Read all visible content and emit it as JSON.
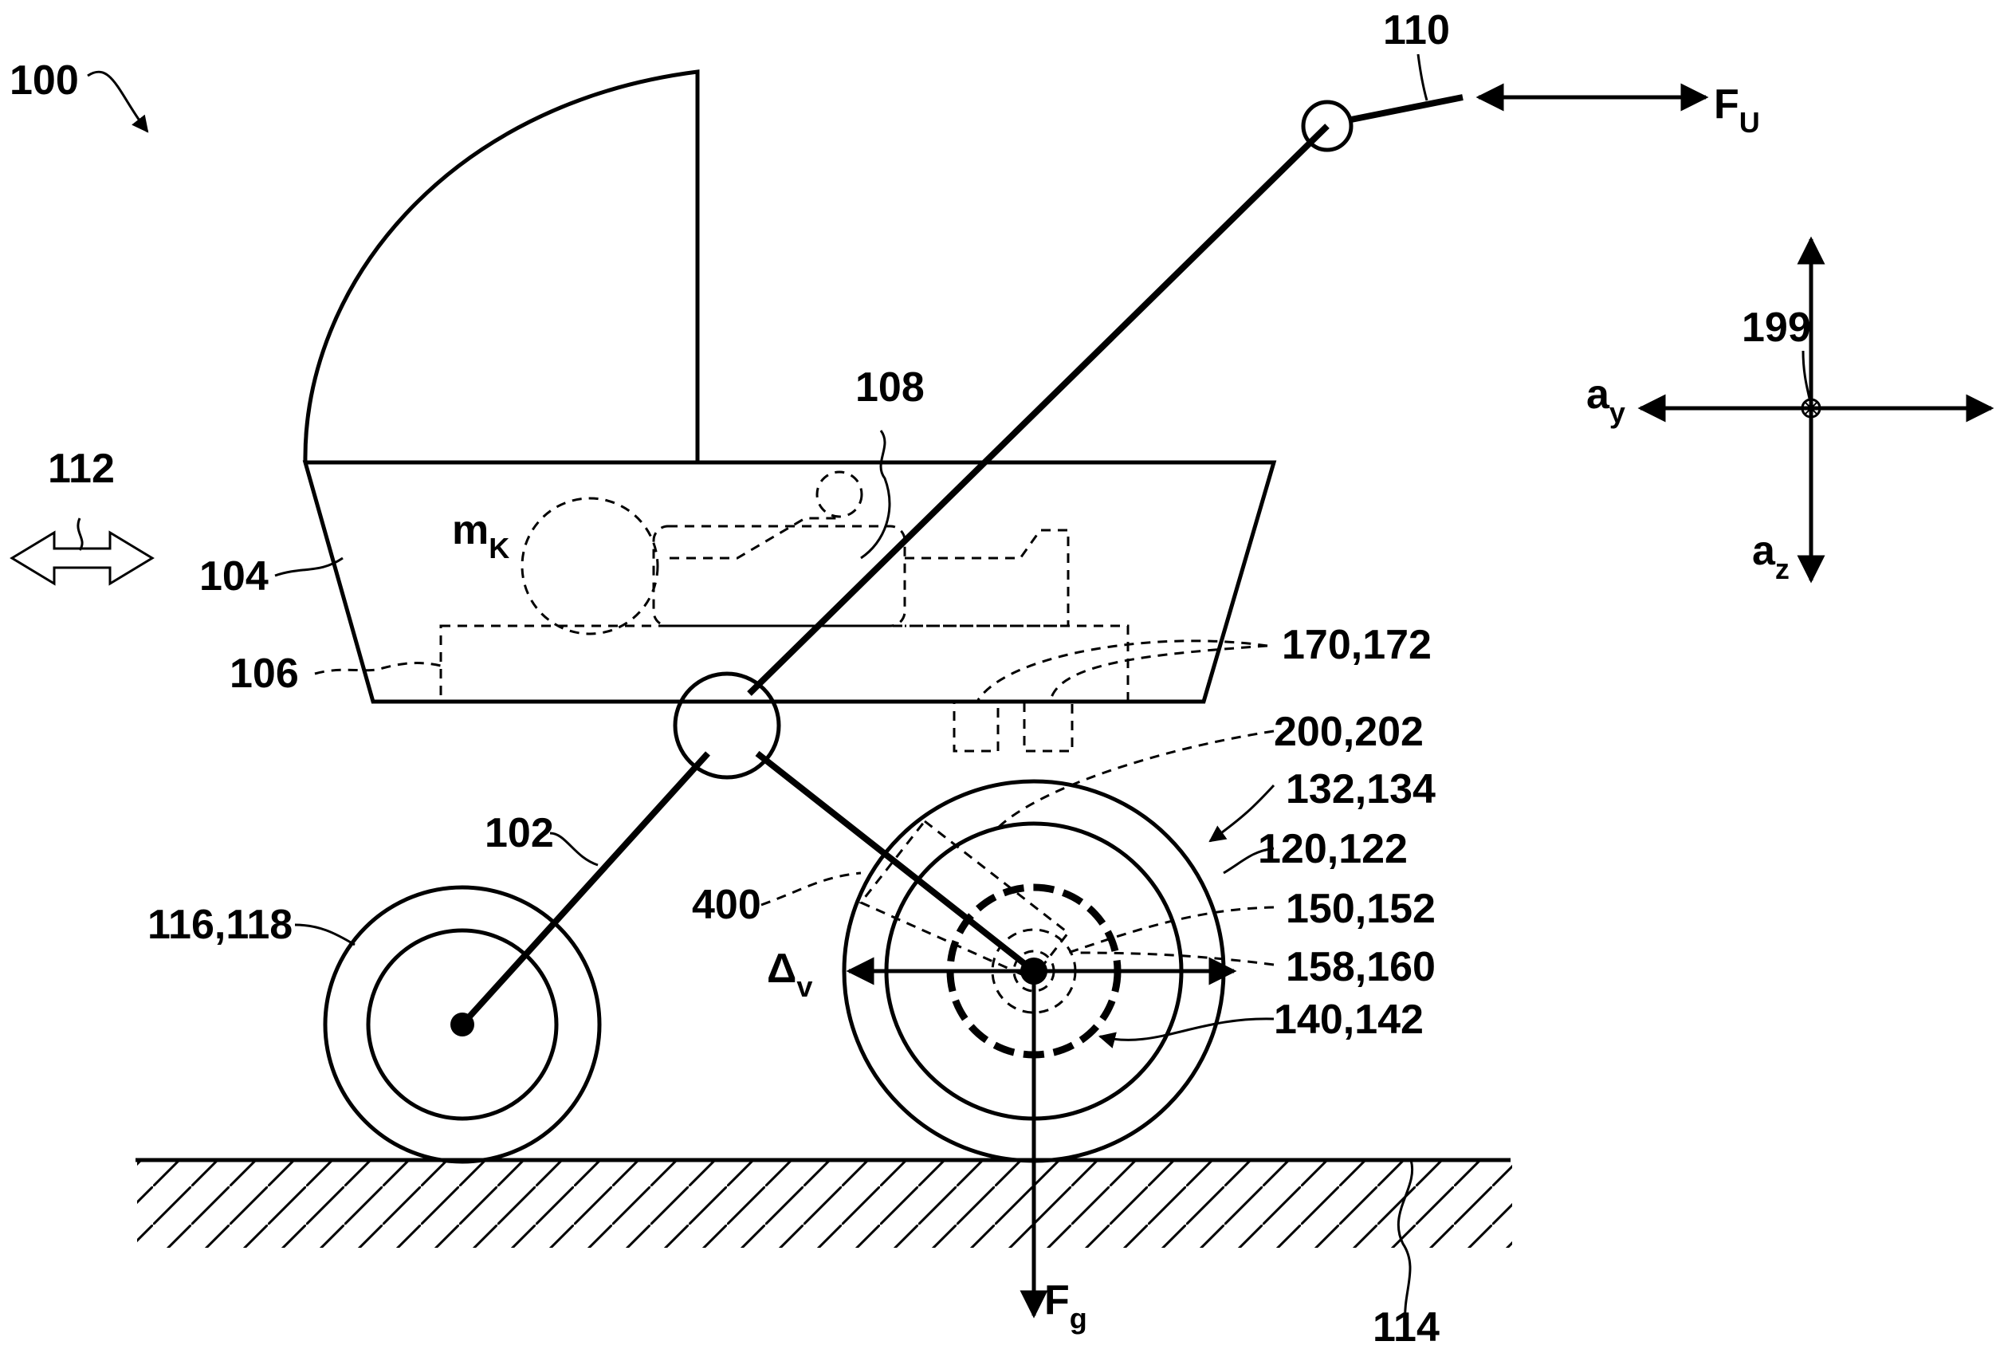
{
  "labels": {
    "ref_100": "100",
    "ref_110": "110",
    "ref_112": "112",
    "ref_108": "108",
    "ref_104": "104",
    "ref_106": "106",
    "ref_102": "102",
    "ref_116_118": "116,118",
    "ref_170_172": "170,172",
    "ref_200_202": "200,202",
    "ref_132_134": "132,134",
    "ref_120_122": "120,122",
    "ref_150_152": "150,152",
    "ref_158_160": "158,160",
    "ref_140_142": "140,142",
    "ref_400": "400",
    "ref_199": "199",
    "ref_114": "114"
  },
  "symbols": {
    "force_handle": {
      "base": "F",
      "sub": "U"
    },
    "accel_y": {
      "base": "a",
      "sub": "y"
    },
    "accel_z": {
      "base": "a",
      "sub": "z"
    },
    "child_mass": {
      "base": "m",
      "sub": "K"
    },
    "delta_v": {
      "base": "Δ",
      "sub": "v"
    },
    "gravity": {
      "base": "F",
      "sub": "g"
    }
  }
}
